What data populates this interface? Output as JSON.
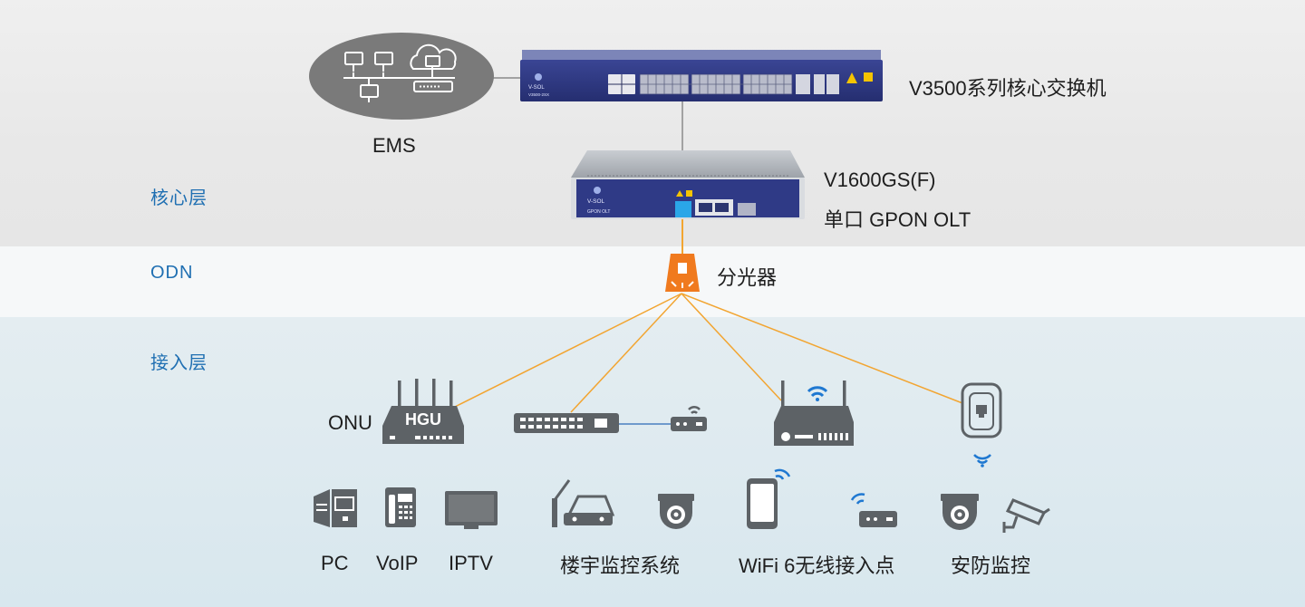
{
  "layers": {
    "core": "核心层",
    "odn": "ODN",
    "access": "接入层"
  },
  "devices": {
    "ems": "EMS",
    "core_switch": "V3500系列核心交换机",
    "core_switch_brand": "V-SOL",
    "core_switch_model": "V3500-2SX",
    "olt_line1": "V1600GS(F)",
    "olt_line2": "单口 GPON OLT",
    "olt_brand": "V-SOL",
    "olt_caption": "GPON OLT",
    "splitter": "分光器",
    "onu": "ONU",
    "hgu": "HGU"
  },
  "terminals": {
    "pc": "PC",
    "voip": "VoIP",
    "iptv": "IPTV",
    "building_monitoring": "楼宇监控系统",
    "wifi6_ap": "WiFi 6无线接入点",
    "security_monitoring": "安防监控"
  },
  "colors": {
    "layer_label": "#1f6fb2",
    "fiber_line": "#f2a531",
    "splitter": "#f07a1e",
    "device_navy": "#2f3a86",
    "icon_gray": "#5d6266",
    "wifi_blue": "#1f78d1"
  }
}
